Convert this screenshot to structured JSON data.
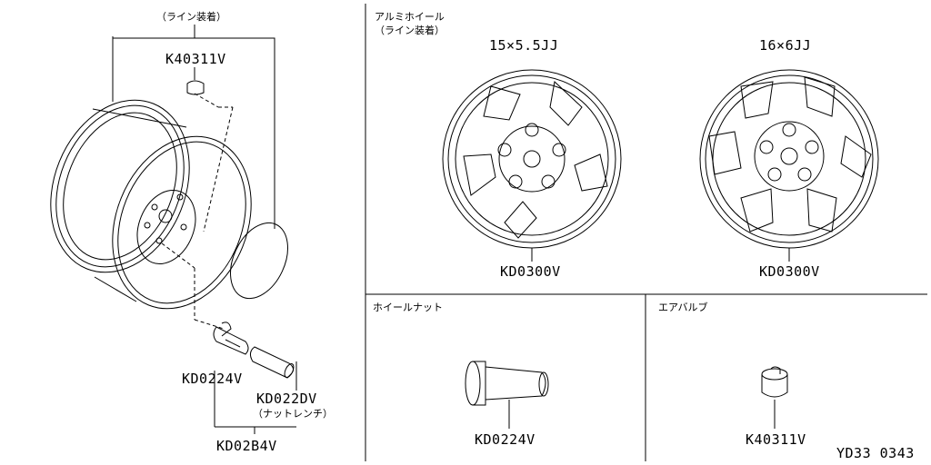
{
  "left_panel": {
    "line_fitting_note": "（ライン装着）",
    "part_air_valve": "K40311V",
    "part_wheel_nut": "KD0224V",
    "part_nut_wrench": "KD022DV",
    "nut_wrench_note": "（ナットレンチ）",
    "part_set": "KD02B4V"
  },
  "aluminum_wheel_section": {
    "title": "アルミホイール",
    "note": "（ライン装着）",
    "wheel_a": {
      "size": "15×5.5JJ",
      "part": "KD0300V"
    },
    "wheel_b": {
      "size": "16×6JJ",
      "part": "KD0300V"
    }
  },
  "wheel_nut_section": {
    "title": "ホイールナット",
    "part": "KD0224V"
  },
  "air_valve_section": {
    "title": "エアバルブ",
    "part": "K40311V"
  },
  "diagram_code": "YD33 0343"
}
